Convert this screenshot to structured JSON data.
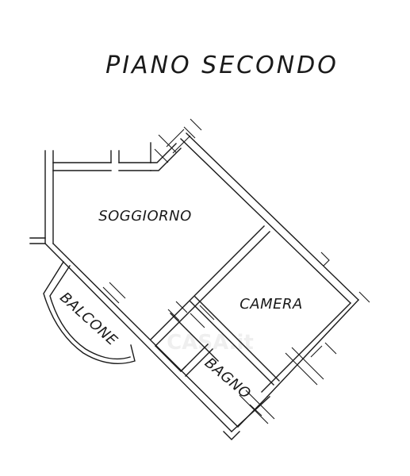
{
  "title": "PIANO SECONDO",
  "rooms": {
    "soggiorno": "SOGGIORNO",
    "camera": "CAMERA",
    "bagno": "BAGNO",
    "balcone": "BALCONE"
  },
  "watermark": "CASA.it",
  "colors": {
    "line": "#1a1a1a",
    "background": "#ffffff",
    "watermark": "#efefef"
  }
}
